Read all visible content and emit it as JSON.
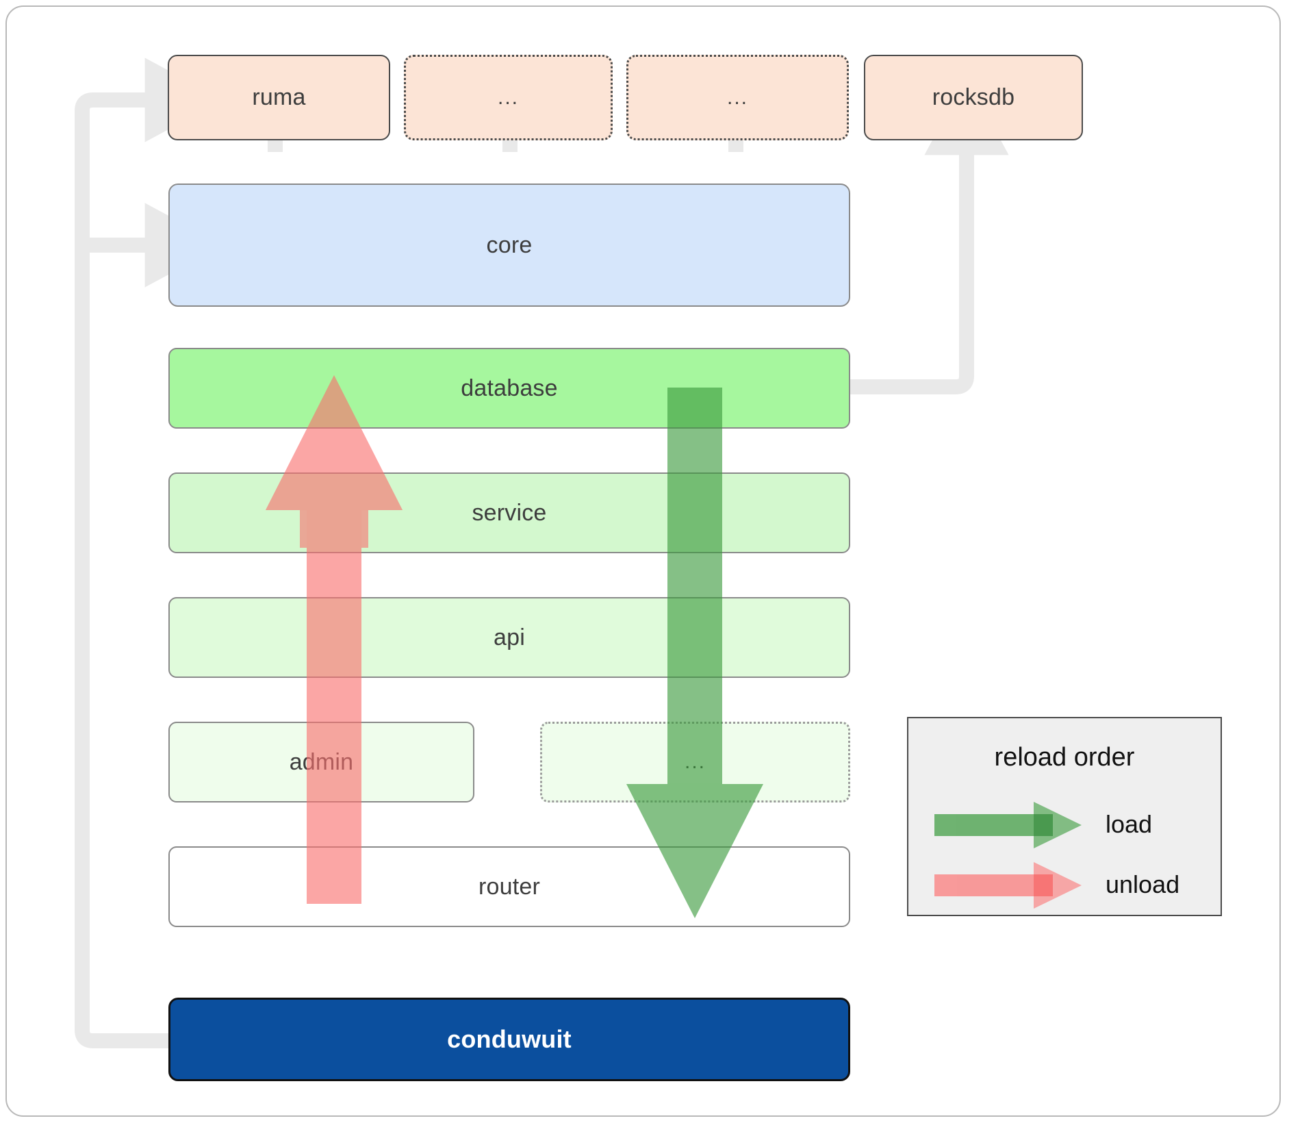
{
  "diagram": {
    "title_text": "conduwuit module reload order diagram",
    "colors": {
      "top_box_fill": "#fce4d6",
      "core_fill": "#d6e6fb",
      "database_fill": "#a6f79e",
      "service_fill": "#d3f8ce",
      "api_fill": "#e0fbdb",
      "admin_fill": "#effdec",
      "router_fill": "#ffffff",
      "conduwuit_fill": "#0b4f9e",
      "load_arrow": "#58a85a",
      "unload_arrow": "#f98b8b",
      "dependency_arrow": "#e9e9e9",
      "legend_fill": "#efefef"
    },
    "top_row": [
      {
        "label": "ruma",
        "style": "solid",
        "name": "ruma"
      },
      {
        "label": "...",
        "style": "dotted",
        "name": "top-ellipsis-1"
      },
      {
        "label": "...",
        "style": "dotted",
        "name": "top-ellipsis-2"
      },
      {
        "label": "rocksdb",
        "style": "solid",
        "name": "rocksdb"
      }
    ],
    "layers": [
      {
        "label": "core",
        "name": "core"
      },
      {
        "label": "database",
        "name": "database"
      },
      {
        "label": "service",
        "name": "service"
      },
      {
        "label": "api",
        "name": "api"
      },
      {
        "label": "admin",
        "name": "admin"
      },
      {
        "label": "...",
        "name": "admin-ellipsis"
      },
      {
        "label": "router",
        "name": "router"
      }
    ],
    "root": {
      "label": "conduwuit",
      "name": "conduwuit"
    },
    "legend": {
      "title": "reload order",
      "items": [
        {
          "label": "load",
          "color": "#58a85a",
          "name": "load"
        },
        {
          "label": "unload",
          "color": "#f98b8b",
          "name": "unload"
        }
      ]
    }
  }
}
